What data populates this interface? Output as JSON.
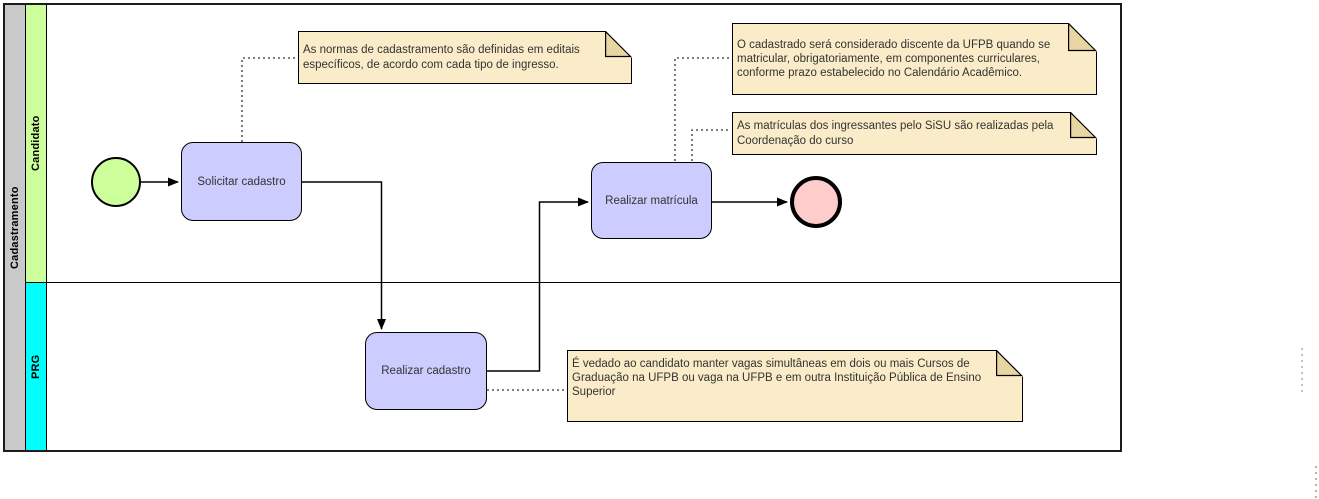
{
  "pool": {
    "label": "Cadastramento",
    "header_color": "#C9C9C9"
  },
  "lanes": [
    {
      "label": "Candidato",
      "color": "#CCFF99"
    },
    {
      "label": "PRG",
      "color": "#00FFFF"
    }
  ],
  "tasks": [
    {
      "label": "Solicitar cadastro",
      "lane": "Candidato"
    },
    {
      "label": "Realizar matrícula",
      "lane": "Candidato"
    },
    {
      "label": "Realizar cadastro",
      "lane": "PRG"
    }
  ],
  "events": [
    {
      "type": "start",
      "color": "#CCFF99"
    },
    {
      "type": "end",
      "color": "#FFCCCC"
    }
  ],
  "annotations": [
    {
      "text": "As normas de cadastramento são definidas em editais específicos, de acordo com cada tipo de ingresso."
    },
    {
      "text": "O cadastrado será considerado discente da UFPB quando se matricular, obrigatoriamente, em componentes curriculares, conforme prazo estabelecido no Calendário Acadêmico."
    },
    {
      "text": "As matrículas dos ingressantes pelo SiSU são realizadas pela Coordenação do curso"
    },
    {
      "text": "É vedado ao candidato manter vagas simultâneas em dois ou mais Cursos de Graduação na UFPB ou vaga na UFPB e em outra Instituição Pública de Ensino Superior"
    }
  ],
  "colors": {
    "task_fill": "#CCCCFF",
    "note_fill": "#FAECC8",
    "note_fold": "#E8D5A2",
    "pool_header": "#C9C9C9",
    "lane_candidato": "#CCFF99",
    "lane_prg": "#00FFFF",
    "start_event": "#CCFF99",
    "end_event": "#FFCCCC",
    "line": "#000000"
  }
}
